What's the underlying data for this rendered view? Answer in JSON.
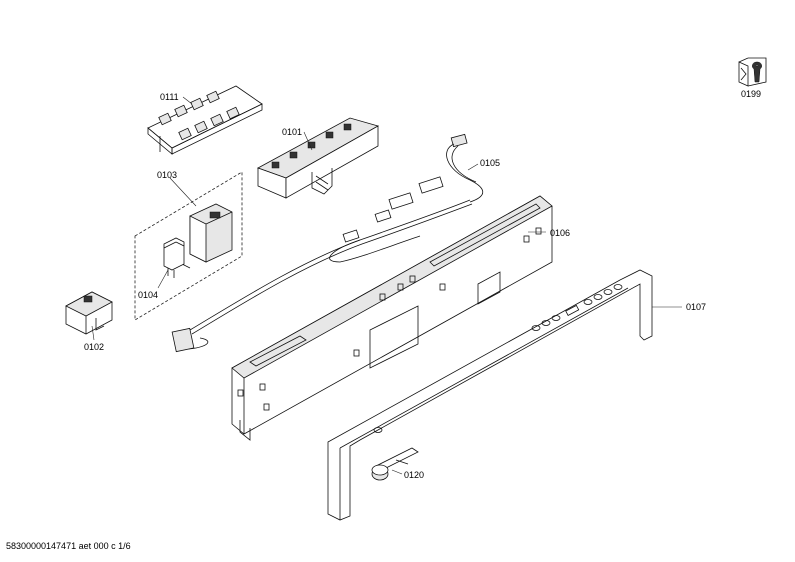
{
  "labels": {
    "p0111": "0111",
    "p0101": "0101",
    "p0103": "0103",
    "p0105": "0105",
    "p0106": "0106",
    "p0104": "0104",
    "p0102": "0102",
    "p0107": "0107",
    "p0120": "0120",
    "p0199": "0199"
  },
  "footer": "58300000147471 aet 000 c 1/6",
  "icons": {
    "service": "wrench-tool-icon"
  }
}
